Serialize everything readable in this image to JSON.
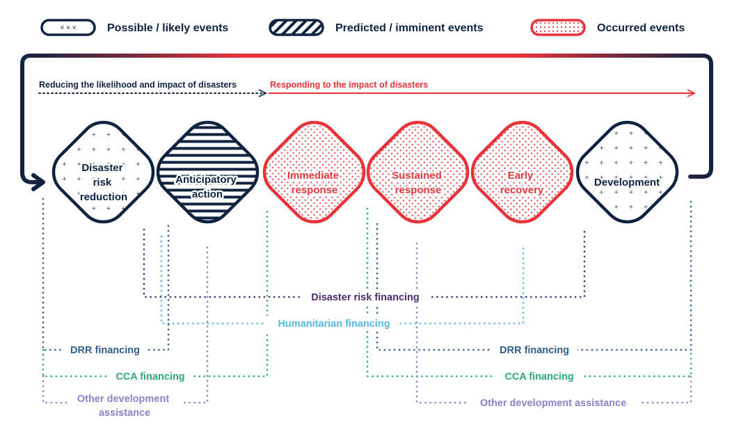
{
  "colors": {
    "navy": "#0f2341",
    "red": "#e8333b",
    "purple": "#4d2c6e",
    "lightblue": "#5ab8dd",
    "blue": "#2f5f8a",
    "green": "#2aa87e",
    "lavender": "#8e82c6"
  },
  "legend": {
    "possible": "Possible / likely events",
    "predicted": "Predicted / imminent events",
    "occurred": "Occurred events"
  },
  "flow": {
    "reducing": "Reducing the likelihood and impact of disasters",
    "responding": "Responding to the impact of disasters"
  },
  "nodes": {
    "drr": [
      "Disaster",
      "risk",
      "reduction"
    ],
    "anticipatory": [
      "Anticipatory",
      "action"
    ],
    "immediate": [
      "Immediate",
      "response"
    ],
    "sustained": [
      "Sustained",
      "response"
    ],
    "early": [
      "Early",
      "recovery"
    ],
    "development": [
      "Development"
    ]
  },
  "financing": {
    "disaster_risk": "Disaster risk financing",
    "humanitarian": "Humanitarian financing",
    "drr_left": "DRR financing",
    "cca_left": "CCA financing",
    "oda_left": [
      "Other development",
      "assistance"
    ],
    "drr_right": "DRR financing",
    "cca_right": "CCA financing",
    "oda_right": "Other development assistance"
  }
}
